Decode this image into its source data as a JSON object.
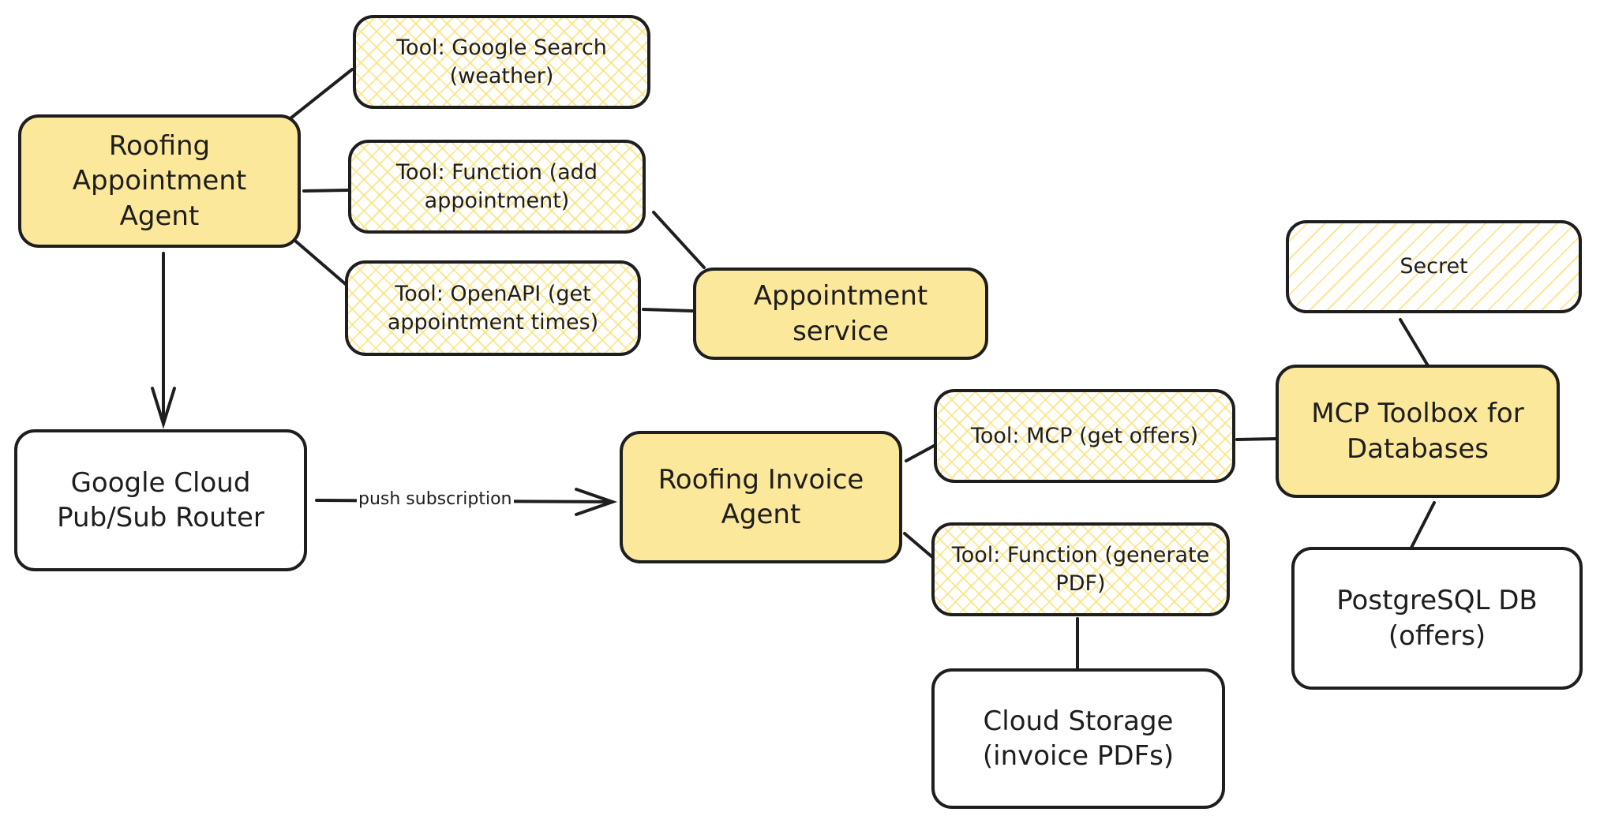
{
  "nodes": {
    "roofing_appointment_agent": "Roofing Appointment Agent",
    "tool_google_search": "Tool: Google Search (weather)",
    "tool_function_add": "Tool: Function (add appointment)",
    "tool_openapi": "Tool: OpenAPI (get appointment times)",
    "appointment_service": "Appointment service",
    "pubsub_router": "Google Cloud Pub/Sub Router",
    "roofing_invoice_agent": "Roofing Invoice Agent",
    "tool_mcp": "Tool: MCP (get offers)",
    "tool_function_pdf": "Tool: Function (generate PDF)",
    "cloud_storage": "Cloud Storage (invoice PDFs)",
    "secret": "Secret",
    "mcp_toolbox": "MCP Toolbox for Databases",
    "postgres": "PostgreSQL DB (offers)"
  },
  "edges": {
    "push_label": "push subscription"
  },
  "colors": {
    "agent_fill": "#fbe89a",
    "stroke": "#1e1e1e",
    "hatch": "#fae178"
  }
}
